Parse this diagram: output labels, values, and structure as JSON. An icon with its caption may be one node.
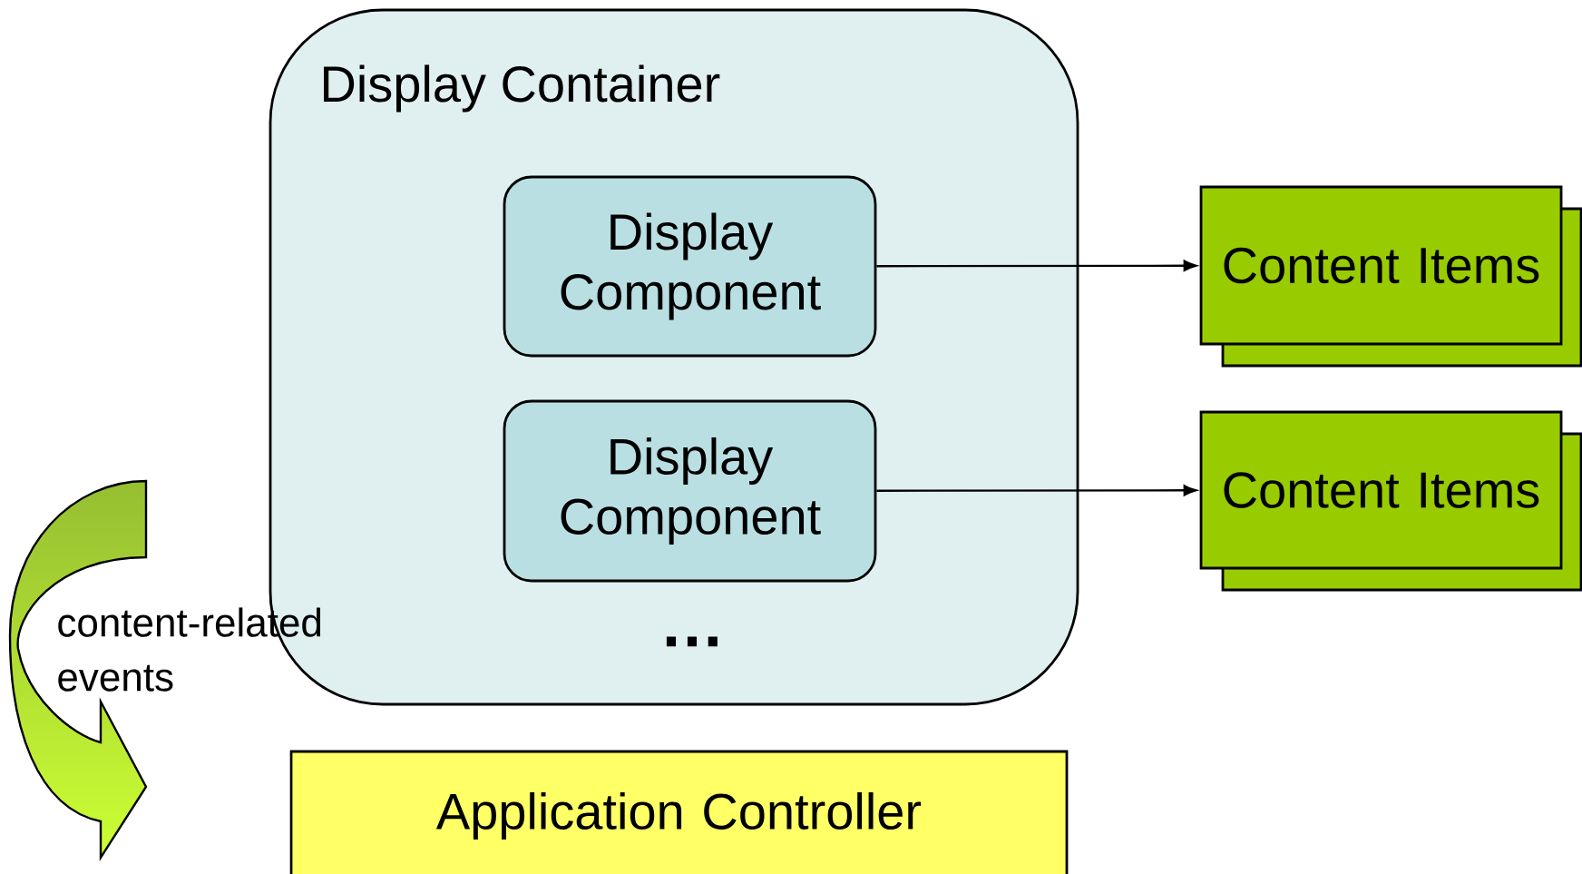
{
  "diagram": {
    "nodes": [
      {
        "text": [
          "Display Container"
        ]
      },
      {
        "text": [
          "Display Component"
        ],
        "in": 0
      },
      {
        "text": [
          "Display Component"
        ],
        "in": 0
      },
      {
        "text": [
          "Content Items"
        ]
      },
      {
        "text": [
          "Content Items"
        ]
      },
      {
        "text": [
          "Application Controller"
        ]
      }
    ],
    "edges": [
      {
        "from": 1,
        "to": 3,
        "arrow": "to"
      },
      {
        "from": 2,
        "to": 4,
        "arrow": "to"
      }
    ],
    "labels": [
      "…",
      "content-related events"
    ]
  }
}
